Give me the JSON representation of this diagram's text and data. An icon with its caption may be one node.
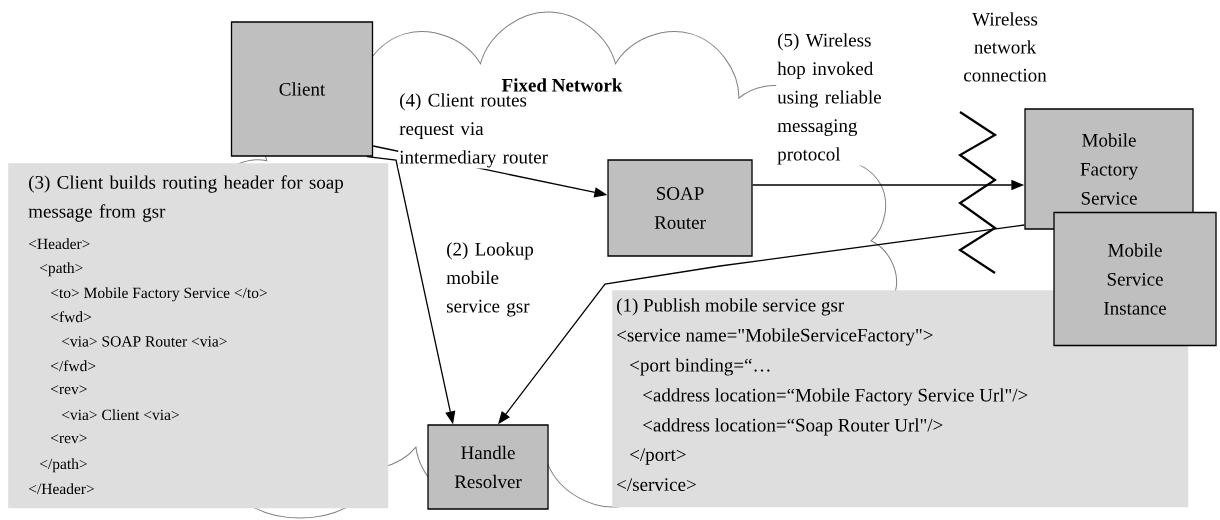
{
  "diagram": {
    "nodes": [
      {
        "text": [
          "Fixed Network"
        ]
      },
      {
        "text": [
          "Client"
        ]
      },
      {
        "text": [
          "SOAP Router"
        ],
        "in": 0
      },
      {
        "text": [
          "Mobile Factory Service"
        ]
      },
      {
        "text": [
          "Mobile Service Instance"
        ]
      },
      {
        "text": [
          "Handle Resolver"
        ],
        "in": 0
      },
      {
        "text": [
          "(3) Client builds routing header for soap message from gsr",
          "<Header>",
          "<path>",
          "<to> Mobile Factory Service </to>",
          "<fwd>",
          "<via> SOAP Router <via>",
          "</fwd>",
          "<rev>",
          "<via> Client <via>",
          "<rev>",
          "</path>",
          "</Header>"
        ]
      },
      {
        "text": [
          "(1) Publish mobile service gsr",
          "<service name=\"MobileServiceFactory\">",
          "<port binding=“…",
          "<address location=“Mobile Factory Service Url\"/>",
          "<address location=“Soap Router Url\"/>",
          "</port>",
          "</service>"
        ]
      }
    ],
    "edges": [
      {
        "from": 1,
        "to": 2,
        "arrow": "to",
        "label": "(4) Client routes request via intermediary router"
      },
      {
        "from": 1,
        "to": 5,
        "arrow": "to",
        "label": "(2) Lookup mobile service gsr"
      },
      {
        "from": 2,
        "to": 3,
        "arrow": "to",
        "label": "(5) Wireless hop invoked using reliable messaging protocol"
      },
      {
        "from": 3,
        "to": 5,
        "arrow": "to"
      }
    ],
    "labels": [
      "Wireless network connection"
    ]
  }
}
